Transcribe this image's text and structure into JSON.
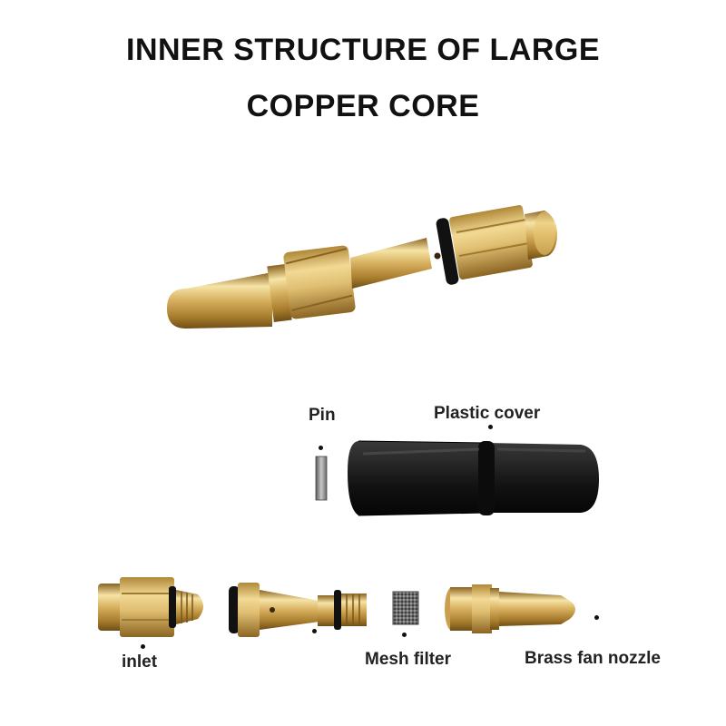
{
  "title": {
    "line1": "INNER STRUCTURE OF LARGE",
    "line2": "COPPER CORE"
  },
  "parts": {
    "pin": "Pin",
    "plastic_cover": "Plastic cover",
    "inlet": "inlet",
    "mesh_filter": "Mesh filter",
    "brass_fan_nozzle": "Brass fan nozzle"
  },
  "colors": {
    "brass_light": "#f3dc9a",
    "brass_mid": "#d4ac55",
    "brass_dark": "#8a6320",
    "cover_black": "#1c1c1c"
  }
}
